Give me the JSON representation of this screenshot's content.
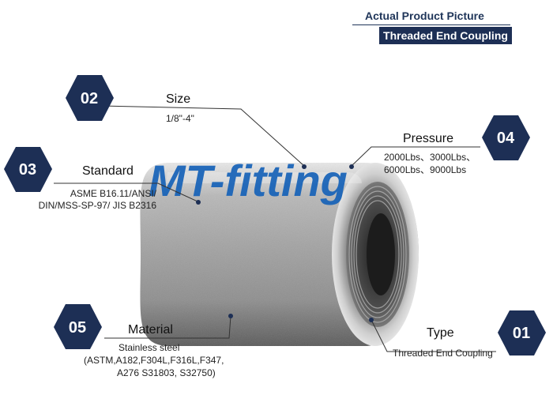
{
  "header": {
    "top_label": "Actual Product Picture",
    "badge_label": "Threaded End Coupling"
  },
  "watermark": "MT-fitting",
  "callouts": {
    "size": {
      "number": "02",
      "title": "Size",
      "lines": [
        "1/8\"-4\""
      ]
    },
    "standard": {
      "number": "03",
      "title": "Standard",
      "lines": [
        "ASME B16.11/ANSI/",
        "DIN/MSS-SP-97/ JIS B2316"
      ]
    },
    "pressure": {
      "number": "04",
      "title": "Pressure",
      "lines": [
        "2000Lbs、3000Lbs、",
        "6000Lbs、9000Lbs"
      ]
    },
    "material": {
      "number": "05",
      "title": "Material",
      "lines": [
        "Stainless steel",
        "(ASTM,A182,F304L,F316L,F347,",
        "A276 S31803, S32750)"
      ]
    },
    "type": {
      "number": "01",
      "title": "Type",
      "lines": [
        "Threaded End Coupling"
      ]
    }
  },
  "colors": {
    "hexagon": "#1d2f55",
    "watermark": "#1662b8",
    "leader": "#333333",
    "steel_light": "#d2d2d2",
    "steel_dark": "#6e6e6e"
  }
}
